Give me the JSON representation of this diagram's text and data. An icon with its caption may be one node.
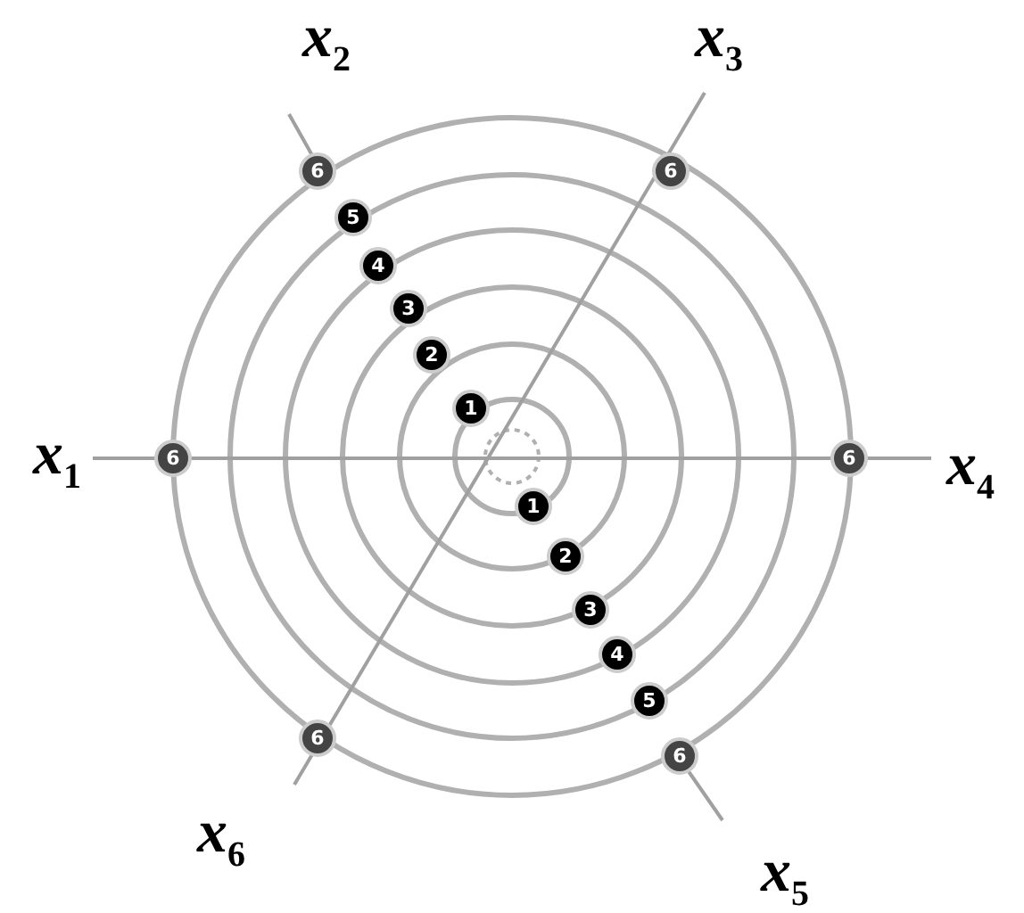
{
  "diagram": {
    "labels": [
      "x$_{2}$",
      "x$_{3}$",
      "6",
      "6",
      "5",
      "4",
      "3",
      "2",
      "1",
      "x$_{1}$",
      "6",
      "6",
      "x$_{4}$",
      "1",
      "2",
      "3",
      "4",
      "5",
      "6",
      "6",
      "x$_{6}$",
      "x$_{5}$"
    ]
  }
}
